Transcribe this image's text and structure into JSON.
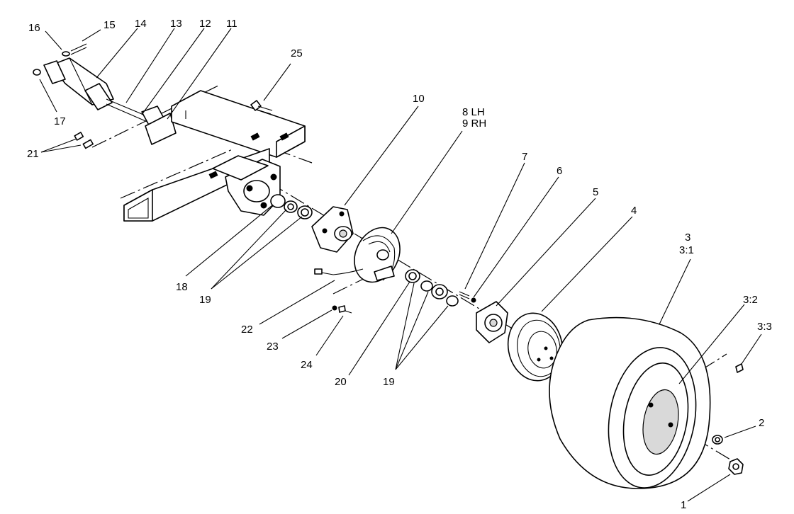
{
  "diagram": {
    "type": "exploded-parts-view",
    "callouts": [
      "1",
      "2",
      "3",
      "3:1",
      "3:2",
      "3:3",
      "4",
      "5",
      "6",
      "7",
      "8 LH",
      "9 RH",
      "10",
      "11",
      "12",
      "13",
      "14",
      "15",
      "16",
      "17",
      "18",
      "19",
      "19",
      "19",
      "20",
      "21",
      "22",
      "23",
      "24",
      "25"
    ]
  }
}
